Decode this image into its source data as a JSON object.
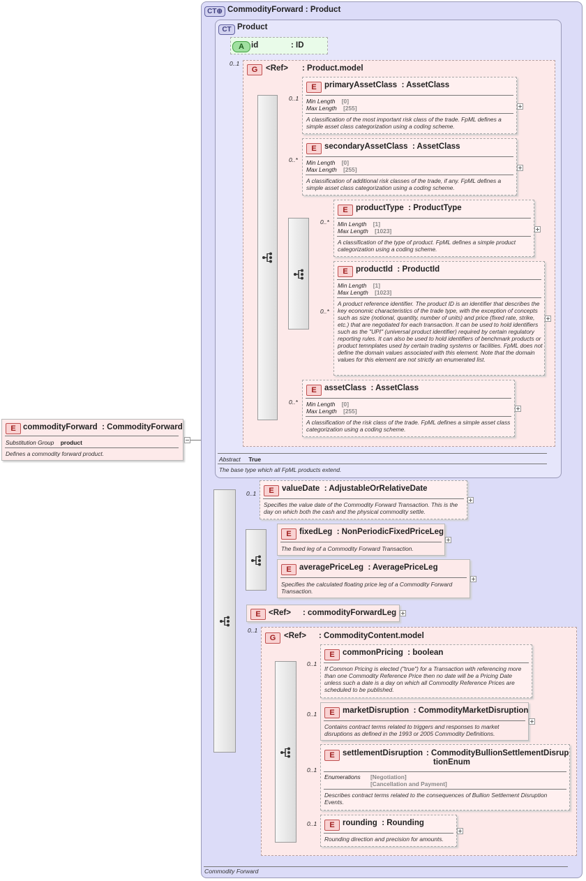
{
  "root": {
    "badge": "E",
    "name": "commodityForward",
    "type": ": CommodityForward",
    "sub_label": "Substitution Group",
    "sub_value": "product",
    "desc": "Defines a commodity forward product."
  },
  "ct_commodity": {
    "badge": "CT",
    "title": "CommodityForward : Product",
    "footer": "Commodity Forward"
  },
  "ct_product": {
    "badge": "CT",
    "title": "Product",
    "abstract_label": "Abstract",
    "abstract_value": "True",
    "desc": "The base type which all FpML products extend."
  },
  "attr_id": {
    "badge": "A",
    "name": "id",
    "type": ": ID"
  },
  "group_product_model": {
    "badge": "G",
    "ref": "<Ref>",
    "name": ": Product.model",
    "card": "0..1"
  },
  "primaryAssetClass": {
    "badge": "E",
    "name": "primaryAssetClass",
    "type": ": AssetClass",
    "card": "0..1",
    "minlen_label": "Min Length",
    "minlen": "[0]",
    "maxlen_label": "Max Length",
    "maxlen": "[255]",
    "desc": "A classification of the most important risk class of the trade. FpML defines a simple asset class categorization using a coding scheme."
  },
  "secondaryAssetClass": {
    "badge": "E",
    "name": "secondaryAssetClass",
    "type": ": AssetClass",
    "card": "0..*",
    "minlen_label": "Min Length",
    "minlen": "[0]",
    "maxlen_label": "Max Length",
    "maxlen": "[255]",
    "desc": "A classification of additional risk classes of the trade, if any. FpML defines a simple asset class categorization using a coding scheme."
  },
  "productType": {
    "badge": "E",
    "name": "productType",
    "type": ": ProductType",
    "card": "0..*",
    "minlen_label": "Min Length",
    "minlen": "[1]",
    "maxlen_label": "Max Length",
    "maxlen": "[1023]",
    "desc": "A classification of the type of product. FpML defines a simple product categorization using a coding scheme."
  },
  "productId": {
    "badge": "E",
    "name": "productId",
    "type": ": ProductId",
    "card": "0..*",
    "minlen_label": "Min Length",
    "minlen": "[1]",
    "maxlen_label": "Max Length",
    "maxlen": "[1023]",
    "desc": "A product reference identifier. The product ID is an identifier that describes the key economic characteristics of the trade type, with the exception of concepts such as size (notional, quantity, number of units) and price (fixed rate, strike, etc.) that are negotiated for each transaction. It can be used to hold identifiers such as the \"UPI\" (universal product identifier) required by certain regulatory reporting rules. It can also be used to hold identifiers of benchmark products or product temnplates used by certain trading systems or facilities. FpML does not define the domain values associated with this element. Note that the domain values for this element are not strictly an enumerated list."
  },
  "assetClass": {
    "badge": "E",
    "name": "assetClass",
    "type": ": AssetClass",
    "card": "0..*",
    "minlen_label": "Min Length",
    "minlen": "[0]",
    "maxlen_label": "Max Length",
    "maxlen": "[255]",
    "desc": "A classification of the risk class of the trade. FpML defines a simple asset class categorization using a coding scheme."
  },
  "valueDate": {
    "badge": "E",
    "name": "valueDate",
    "type": ": AdjustableOrRelativeDate",
    "card": "0..1",
    "desc": "Specifies the value date of the Commodity Forward Transaction. This is the day on which both the cash and the physical commodity settle."
  },
  "fixedLeg": {
    "badge": "E",
    "name": "fixedLeg",
    "type": ": NonPeriodicFixedPriceLeg",
    "desc": "The fixed leg of a Commodity Forward Transaction."
  },
  "averagePriceLeg": {
    "badge": "E",
    "name": "averagePriceLeg",
    "type": ": AveragePriceLeg",
    "desc": "Specifies the calculated floating price leg of a Commodity Forward Transaction."
  },
  "commodityForwardLeg": {
    "badge": "E",
    "ref": "<Ref>",
    "name": ": commodityForwardLeg"
  },
  "group_commodity_content": {
    "badge": "G",
    "ref": "<Ref>",
    "name": ": CommodityContent.model",
    "card": "0..1"
  },
  "commonPricing": {
    "badge": "E",
    "name": "commonPricing",
    "type": ": boolean",
    "card": "0..1",
    "desc": "If Common Pricing is elected (\"true\") for a Transaction with referencing more than one Commodity Reference Price then no date will be a Pricing Date unless such a date is a day on which all Commodity Reference Prices are scheduled to be published."
  },
  "marketDisruption": {
    "badge": "E",
    "name": "marketDisruption",
    "type": ": CommodityMarketDisruption",
    "card": "0..1",
    "desc": "Contains contract terms related to triggers and responses to market disruptions as defined in the 1993 or 2005 Commodity Definitions."
  },
  "settlementDisruption": {
    "badge": "E",
    "name": "settlementDisruption",
    "type1": ": CommodityBullionSettlementDisrup",
    "type2": "tionEnum",
    "card": "0..1",
    "enum_label": "Enumerations",
    "enum1": "[Negotiation]",
    "enum2": "[Cancellation and Payment]",
    "desc": "Describes contract terms related to the consequences of Bullion Settlement Disruption Events."
  },
  "rounding": {
    "badge": "E",
    "name": "rounding",
    "type": ": Rounding",
    "card": "0..1",
    "desc": "Rounding direction and precision for amounts."
  }
}
